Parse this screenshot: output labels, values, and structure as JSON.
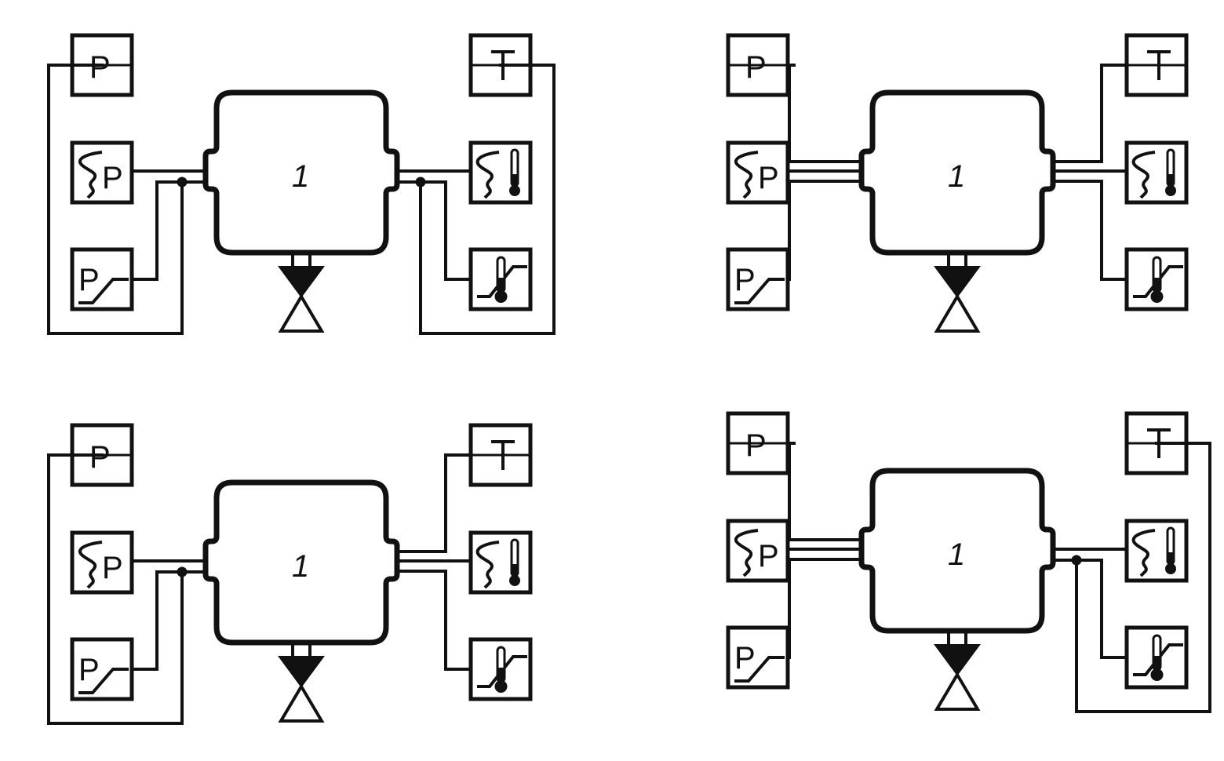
{
  "figure": {
    "title": "Vessel sensor connection schematics",
    "panels": [
      {
        "id": "top-left",
        "vessel_label": "1",
        "left_wiring": "bus-with-junction",
        "right_wiring": "bus-with-junction",
        "outer_loops": {
          "pressure": true,
          "temperature": true
        }
      },
      {
        "id": "top-right",
        "vessel_label": "1",
        "left_wiring": "three-separate-lines",
        "right_wiring": "three-separate-lines",
        "outer_loops": {
          "pressure": false,
          "temperature": false
        }
      },
      {
        "id": "bottom-left",
        "vessel_label": "1",
        "left_wiring": "bus-with-junction",
        "right_wiring": "three-separate-lines",
        "outer_loops": {
          "pressure": true,
          "temperature": false
        }
      },
      {
        "id": "bottom-right",
        "vessel_label": "1",
        "left_wiring": "three-separate-lines",
        "right_wiring": "bus-with-junction",
        "outer_loops": {
          "pressure": false,
          "temperature": true
        }
      }
    ],
    "sensors": {
      "pressure_gauge": {
        "letter": "P",
        "icon": "pressure-gauge-icon"
      },
      "pressure_transmitter": {
        "letter": "P",
        "icon": "pressure-transmitter-icon"
      },
      "pressure_switch": {
        "letter": "P",
        "icon": "pressure-switch-icon"
      },
      "temperature_gauge": {
        "letter": "T",
        "icon": "temperature-gauge-icon"
      },
      "temperature_transmitter": {
        "icon": "temperature-transmitter-icon"
      },
      "temperature_switch": {
        "icon": "temperature-switch-icon"
      }
    },
    "valve": {
      "icon": "drain-valve-icon"
    }
  }
}
